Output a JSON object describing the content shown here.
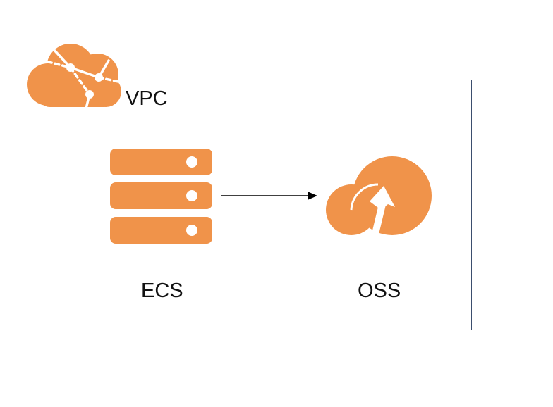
{
  "colors": {
    "accent": "#f0934a",
    "border": "#3b4e6e",
    "text": "#111111",
    "arrow": "#000000"
  },
  "nodes": {
    "vpc": {
      "label": "VPC",
      "icon": "vpc-cloud-network-icon"
    },
    "ecs": {
      "label": "ECS",
      "icon": "server-rack-icon"
    },
    "oss": {
      "label": "OSS",
      "icon": "cloud-upload-icon"
    }
  },
  "edges": [
    {
      "from": "ECS",
      "to": "OSS",
      "style": "solid-arrow"
    }
  ]
}
